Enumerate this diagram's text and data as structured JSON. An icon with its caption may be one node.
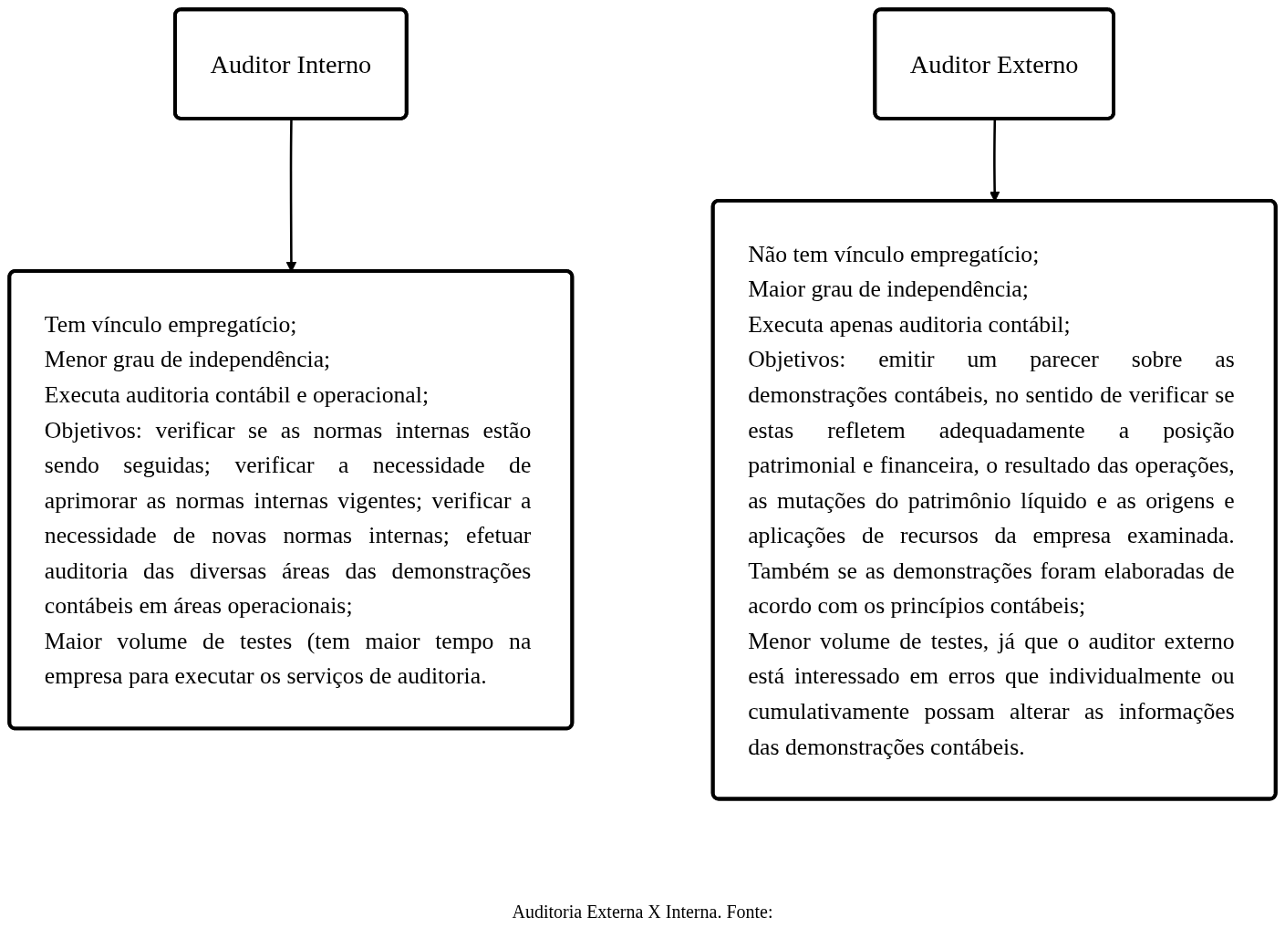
{
  "diagram": {
    "caption": "Auditoria Externa X Interna. Fonte:",
    "nodes": [
      {
        "text": [
          "Auditor Interno"
        ]
      },
      {
        "text": [
          "Auditor Externo"
        ]
      },
      {
        "text": [
          "Tem vínculo empregatício;",
          "Menor grau de independência;",
          "Executa auditoria contábil e operacional;",
          "Objetivos: verificar se as normas internas estão sendo seguidas; verificar a necessidade de aprimorar as normas internas vigentes; verificar a necessidade de novas normas internas; efetuar auditoria das diversas áreas das demonstrações contábeis em áreas operacionais;",
          "Maior volume de testes (tem maior tempo na empresa para executar os serviços de auditoria."
        ]
      },
      {
        "text": [
          "Não tem vínculo empregatício;",
          "Maior grau de independência;",
          "Executa apenas auditoria contábil;",
          "Objetivos: emitir um parecer sobre as demonstrações contábeis, no sentido de verificar se estas refletem adequadamente a posição patrimonial e financeira, o resultado das operações, as mutações do patrimônio líquido e as origens e aplicações de recursos da empresa examinada. Também se as demonstrações foram elaboradas de acordo com os princípios contábeis;",
          "Menor volume de testes, já que o auditor externo está interessado em erros que individualmente ou cumulativamente possam alterar as informações das demonstrações contábeis."
        ]
      }
    ],
    "edges": [
      {
        "from": 0,
        "to": 2,
        "arrow": "to"
      },
      {
        "from": 1,
        "to": 3,
        "arrow": "to"
      }
    ]
  }
}
